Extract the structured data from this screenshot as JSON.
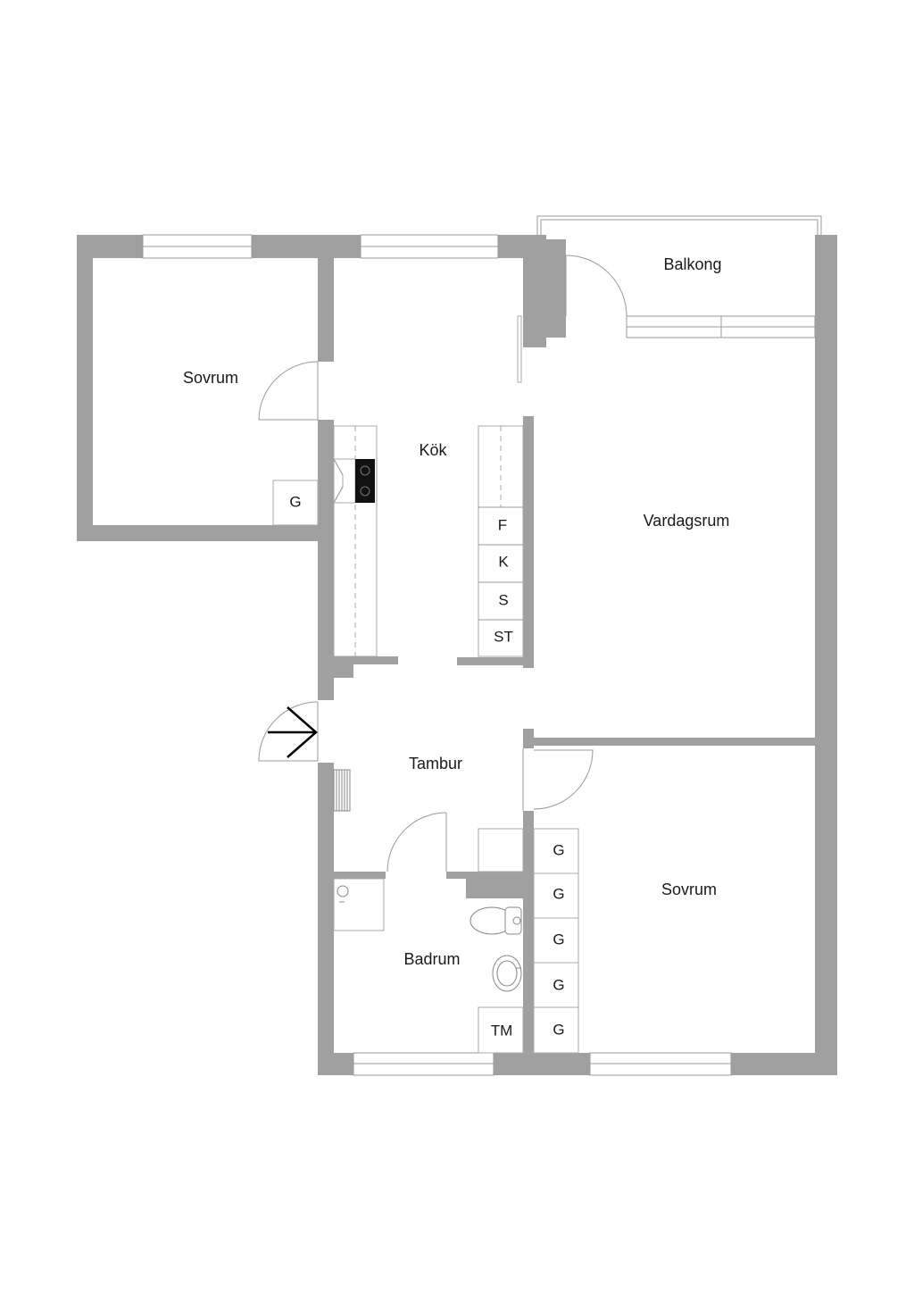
{
  "rooms": {
    "sovrum_left": "Sovrum",
    "kok": "Kök",
    "balkong": "Balkong",
    "vardagsrum": "Vardagsrum",
    "tambur": "Tambur",
    "badrum": "Badrum",
    "sovrum_right": "Sovrum"
  },
  "appliances": {
    "g_left": "G",
    "f": "F",
    "k": "K",
    "s": "S",
    "st": "ST",
    "g_right_1": "G",
    "g_right_2": "G",
    "g_right_3": "G",
    "g_right_4": "G",
    "g_right_5": "G",
    "tm": "TM"
  },
  "colors": {
    "wall": "#a0a0a0",
    "background": "#ffffff"
  }
}
